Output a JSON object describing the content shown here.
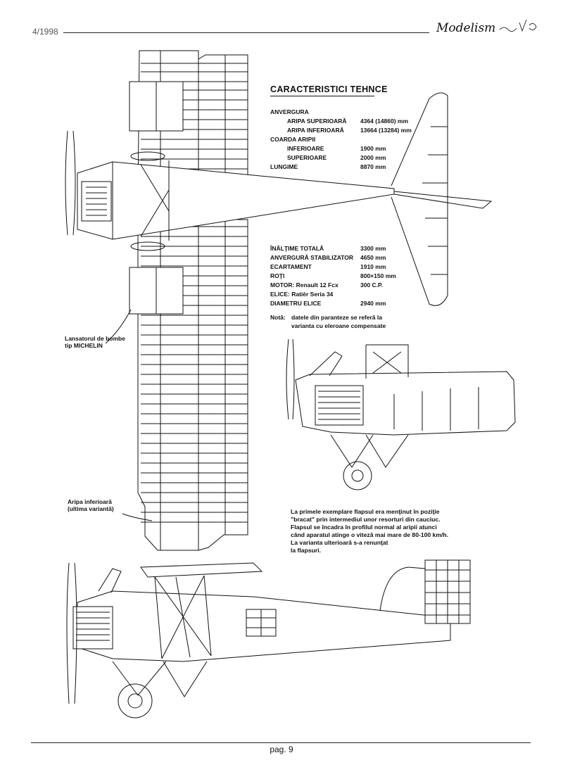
{
  "header": {
    "issue": "4/1998",
    "brand": "Modelism"
  },
  "specs": {
    "title": "CARACTERISTICI TEHNCE",
    "rows": [
      {
        "label": "ANVERGURA",
        "value": ""
      },
      {
        "label": "ARIPA SUPERIOARĂ",
        "value": "4364 (14860) mm"
      },
      {
        "label": "ARIPA INFERIOARĂ",
        "value": "13664 (13284) mm"
      },
      {
        "label": "COARDA ARIPII",
        "value": ""
      },
      {
        "label": "INFERIOARE",
        "value": "1900 mm"
      },
      {
        "label": "SUPERIOARE",
        "value": "2000 mm"
      },
      {
        "label": "LUNGIME",
        "value": "8870 mm"
      },
      {
        "label": "ÎNĂLŢIME TOTALĂ",
        "value": "3300 mm"
      },
      {
        "label": "ANVERGURĂ STABILIZATOR",
        "value": "4650 mm"
      },
      {
        "label": "ECARTAMENT",
        "value": "1910 mm"
      },
      {
        "label": "ROŢI",
        "value": "800×150 mm"
      },
      {
        "label": "MOTOR: Renault 12 Fcx",
        "value": "300 C.P."
      },
      {
        "label": "ELICE: Ratièr Seria 34",
        "value": ""
      },
      {
        "label": "DIAMETRU ELICE",
        "value": "2940 mm"
      }
    ],
    "note_label": "Notă:",
    "note_line1": "datele din paranteze se referă la",
    "note_line2": "varianta cu eleroane compensate"
  },
  "callouts": {
    "bomb_line1": "Lansatorul de bombe",
    "bomb_line2": "tip MICHELIN",
    "wing_line1": "Aripa inferioară",
    "wing_line2": "(ultima variantă)"
  },
  "flap_note": [
    "La primele exemplare flapsul era menţinut în poziţie",
    "\"bracat\" prin intermediul unor resorturi din cauciuc.",
    "Flapsul se încadra în profilul normal al aripii atunci",
    "când aparatul atinge o viteză mai mare de 80-100 km/h.",
    "La varianta ulterioară s-a renunţat",
    "la flapsuri."
  ],
  "footer": {
    "page": "pag. 9"
  }
}
